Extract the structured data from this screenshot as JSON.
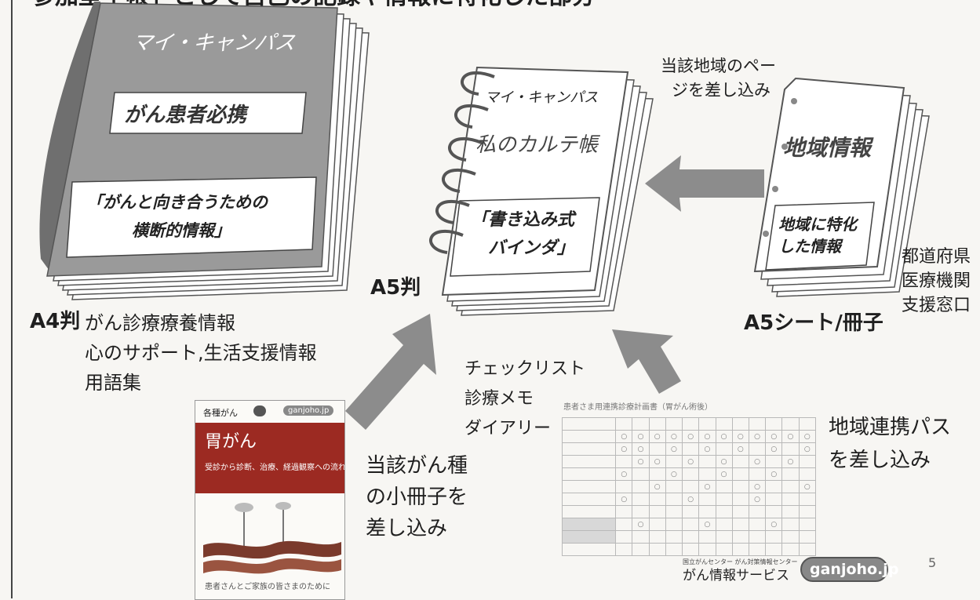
{
  "header": {
    "partial_title": "参加型手帳」として自己の記録や情報に特化した部分"
  },
  "a4_book": {
    "cover_title": "マイ・キャンパス",
    "subtitle": "がん患者必携",
    "box_text_line1": "「がんと向き合うための",
    "box_text_line2": "横断的情報」",
    "size_label": "A4判",
    "contents": [
      "がん診療療養情報",
      "心のサポート,生活支援情報",
      "用語集"
    ]
  },
  "a5_binder": {
    "cover_title": "マイ・キャンパス",
    "subtitle": "私のカルテ帳",
    "box_text_line1": "「書き込み式",
    "box_text_line2": "バインダ」",
    "size_label": "A5判",
    "contents": [
      "チェックリスト",
      "診療メモ",
      "ダイアリー"
    ]
  },
  "regional": {
    "title": "地域情報",
    "box_text_line1": "地域に特化",
    "box_text_line2": "した情報",
    "insert_note_line1": "当該地域のペー",
    "insert_note_line2": "ジを差し込み",
    "size_label": "A5シート/冊子",
    "sources": [
      "都道府県",
      "医療機関",
      "支援窓口"
    ]
  },
  "booklet": {
    "header_left": "各種がん",
    "header_right": "ganjoho.jp",
    "title": "胃がん",
    "subtitle": "受診から診断、治療、経過観察への流れ",
    "footer": "患者さんとご家族の皆さまのために",
    "caption": [
      "当該がん種",
      "の小冊子を",
      "差し込み"
    ]
  },
  "pathway": {
    "sheet_title": "患者さま用連携診療計画書（胃がん術後）",
    "caption": [
      "地域連携パス",
      "を差し込み"
    ]
  },
  "footer": {
    "org_line": "国立がんセンター がん対策情報センター",
    "service_name": "がん情報サービス",
    "badge": "ganjoho.jp",
    "page_number": "5"
  },
  "colors": {
    "cover_gray": "#9a9a9a",
    "cover_dark": "#7e7e7e",
    "arrow_gray": "#8c8c8c",
    "booklet_red": "#9c2a22"
  }
}
